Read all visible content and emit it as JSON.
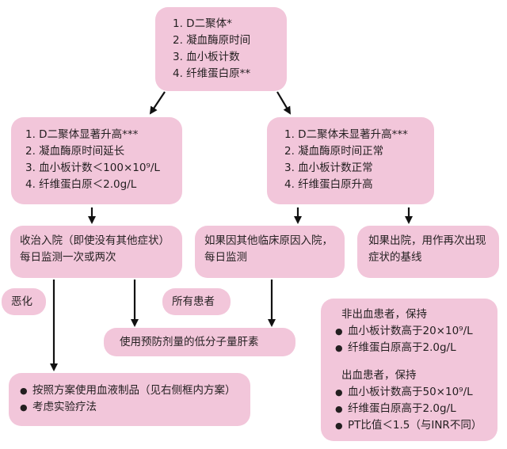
{
  "colors": {
    "box_fill": "#f2c6da",
    "arrow": "#111111"
  },
  "top_box": {
    "lines": [
      "1. D二聚体*",
      "2. 凝血酶原时间",
      "3. 血小板计数",
      "4. 纤维蛋白原**"
    ]
  },
  "left_criteria": {
    "lines": [
      "1. D二聚体显著升高***",
      "2. 凝血酶原时间延长",
      "3. 血小板计数＜100×10⁹/L",
      "4. 纤维蛋白原＜2.0g/L"
    ]
  },
  "right_criteria": {
    "lines": [
      "1. D二聚体未显著升高***",
      "2. 凝血酶原时间正常",
      "3. 血小板计数正常",
      "4. 纤维蛋白原升高"
    ]
  },
  "admit_box": {
    "lines": [
      "收治入院（即使没有其他症状）",
      "每日监测一次或两次"
    ]
  },
  "other_reason_box": {
    "lines": [
      "如果因其他临床原因入院，",
      "每日监测"
    ]
  },
  "discharge_box": {
    "lines": [
      "如果出院，用作再次出现",
      "症状的基线"
    ]
  },
  "worsen_label": "恶化",
  "all_patients_label": "所有患者",
  "prophylaxis_box": "使用预防剂量的低分子量肝素",
  "treatment_box": {
    "items": [
      "按照方案使用血液制品（见右侧框内方案）",
      "考虑实验疗法"
    ]
  },
  "protocol_box": {
    "non_bleeding_heading": "非出血患者，保持",
    "non_bleeding_items": [
      "血小板计数高于20×10⁹/L",
      "纤维蛋白原高于2.0g/L"
    ],
    "bleeding_heading": "出血患者，保持",
    "bleeding_items": [
      "血小板计数高于50×10⁹/L",
      "纤维蛋白原高于2.0g/L",
      "PT比值＜1.5（与INR不同）"
    ]
  }
}
